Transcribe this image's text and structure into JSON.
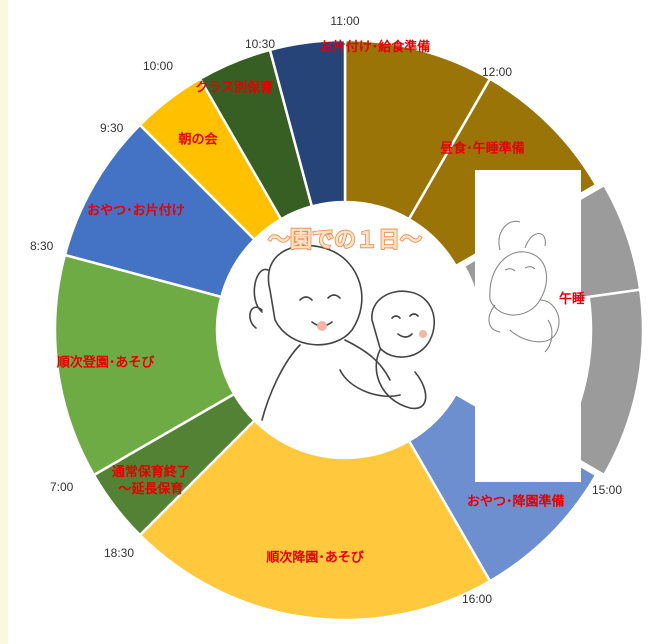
{
  "chart_data": {
    "type": "pie",
    "center_title": "〜園での１日〜",
    "segments": [
      {
        "label": "お片付け･給食準備",
        "start": "11:00",
        "end": "12:00",
        "color": "#9a7406",
        "value": 1.0
      },
      {
        "label": "昼食･午睡準備",
        "start": "12:00",
        "end": "13:00",
        "color": "#9a7406",
        "value": 1.0
      },
      {
        "label": "午睡",
        "start": "13:00",
        "end": "15:00",
        "color": "#9b9b9b",
        "value": 2.0
      },
      {
        "label": "おやつ･降園準備",
        "start": "15:00",
        "end": "16:00",
        "color": "#6d8fcf",
        "value": 1.0
      },
      {
        "label": "順次降園･あそび",
        "start": "16:00",
        "end": "18:30",
        "color": "#ffc83d",
        "value": 2.5
      },
      {
        "label": "通常保育終了\n〜延長保育",
        "start": "18:30",
        "end": "7:00",
        "color": "#548235",
        "value": 0.5
      },
      {
        "label": "順次登園･あそび",
        "start": "7:00",
        "end": "8:30",
        "color": "#6eab45",
        "value": 1.5
      },
      {
        "label": "おやつ･お片付け",
        "start": "8:30",
        "end": "9:30",
        "color": "#4472c4",
        "value": 1.0
      },
      {
        "label": "朝の会",
        "start": "9:30",
        "end": "10:00",
        "color": "#ffc000",
        "value": 0.5
      },
      {
        "label": "クラス別保育",
        "start": "10:00",
        "end": "10:30",
        "color": "#375f24",
        "value": 0.5
      },
      {
        "label": "",
        "start": "10:30",
        "end": "11:00",
        "color": "#264478",
        "value": 0.5
      }
    ],
    "time_labels": [
      "11:00",
      "12:00",
      "15:00",
      "16:00",
      "18:30",
      "7:00",
      "8:30",
      "9:30",
      "10:00",
      "10:30"
    ]
  }
}
